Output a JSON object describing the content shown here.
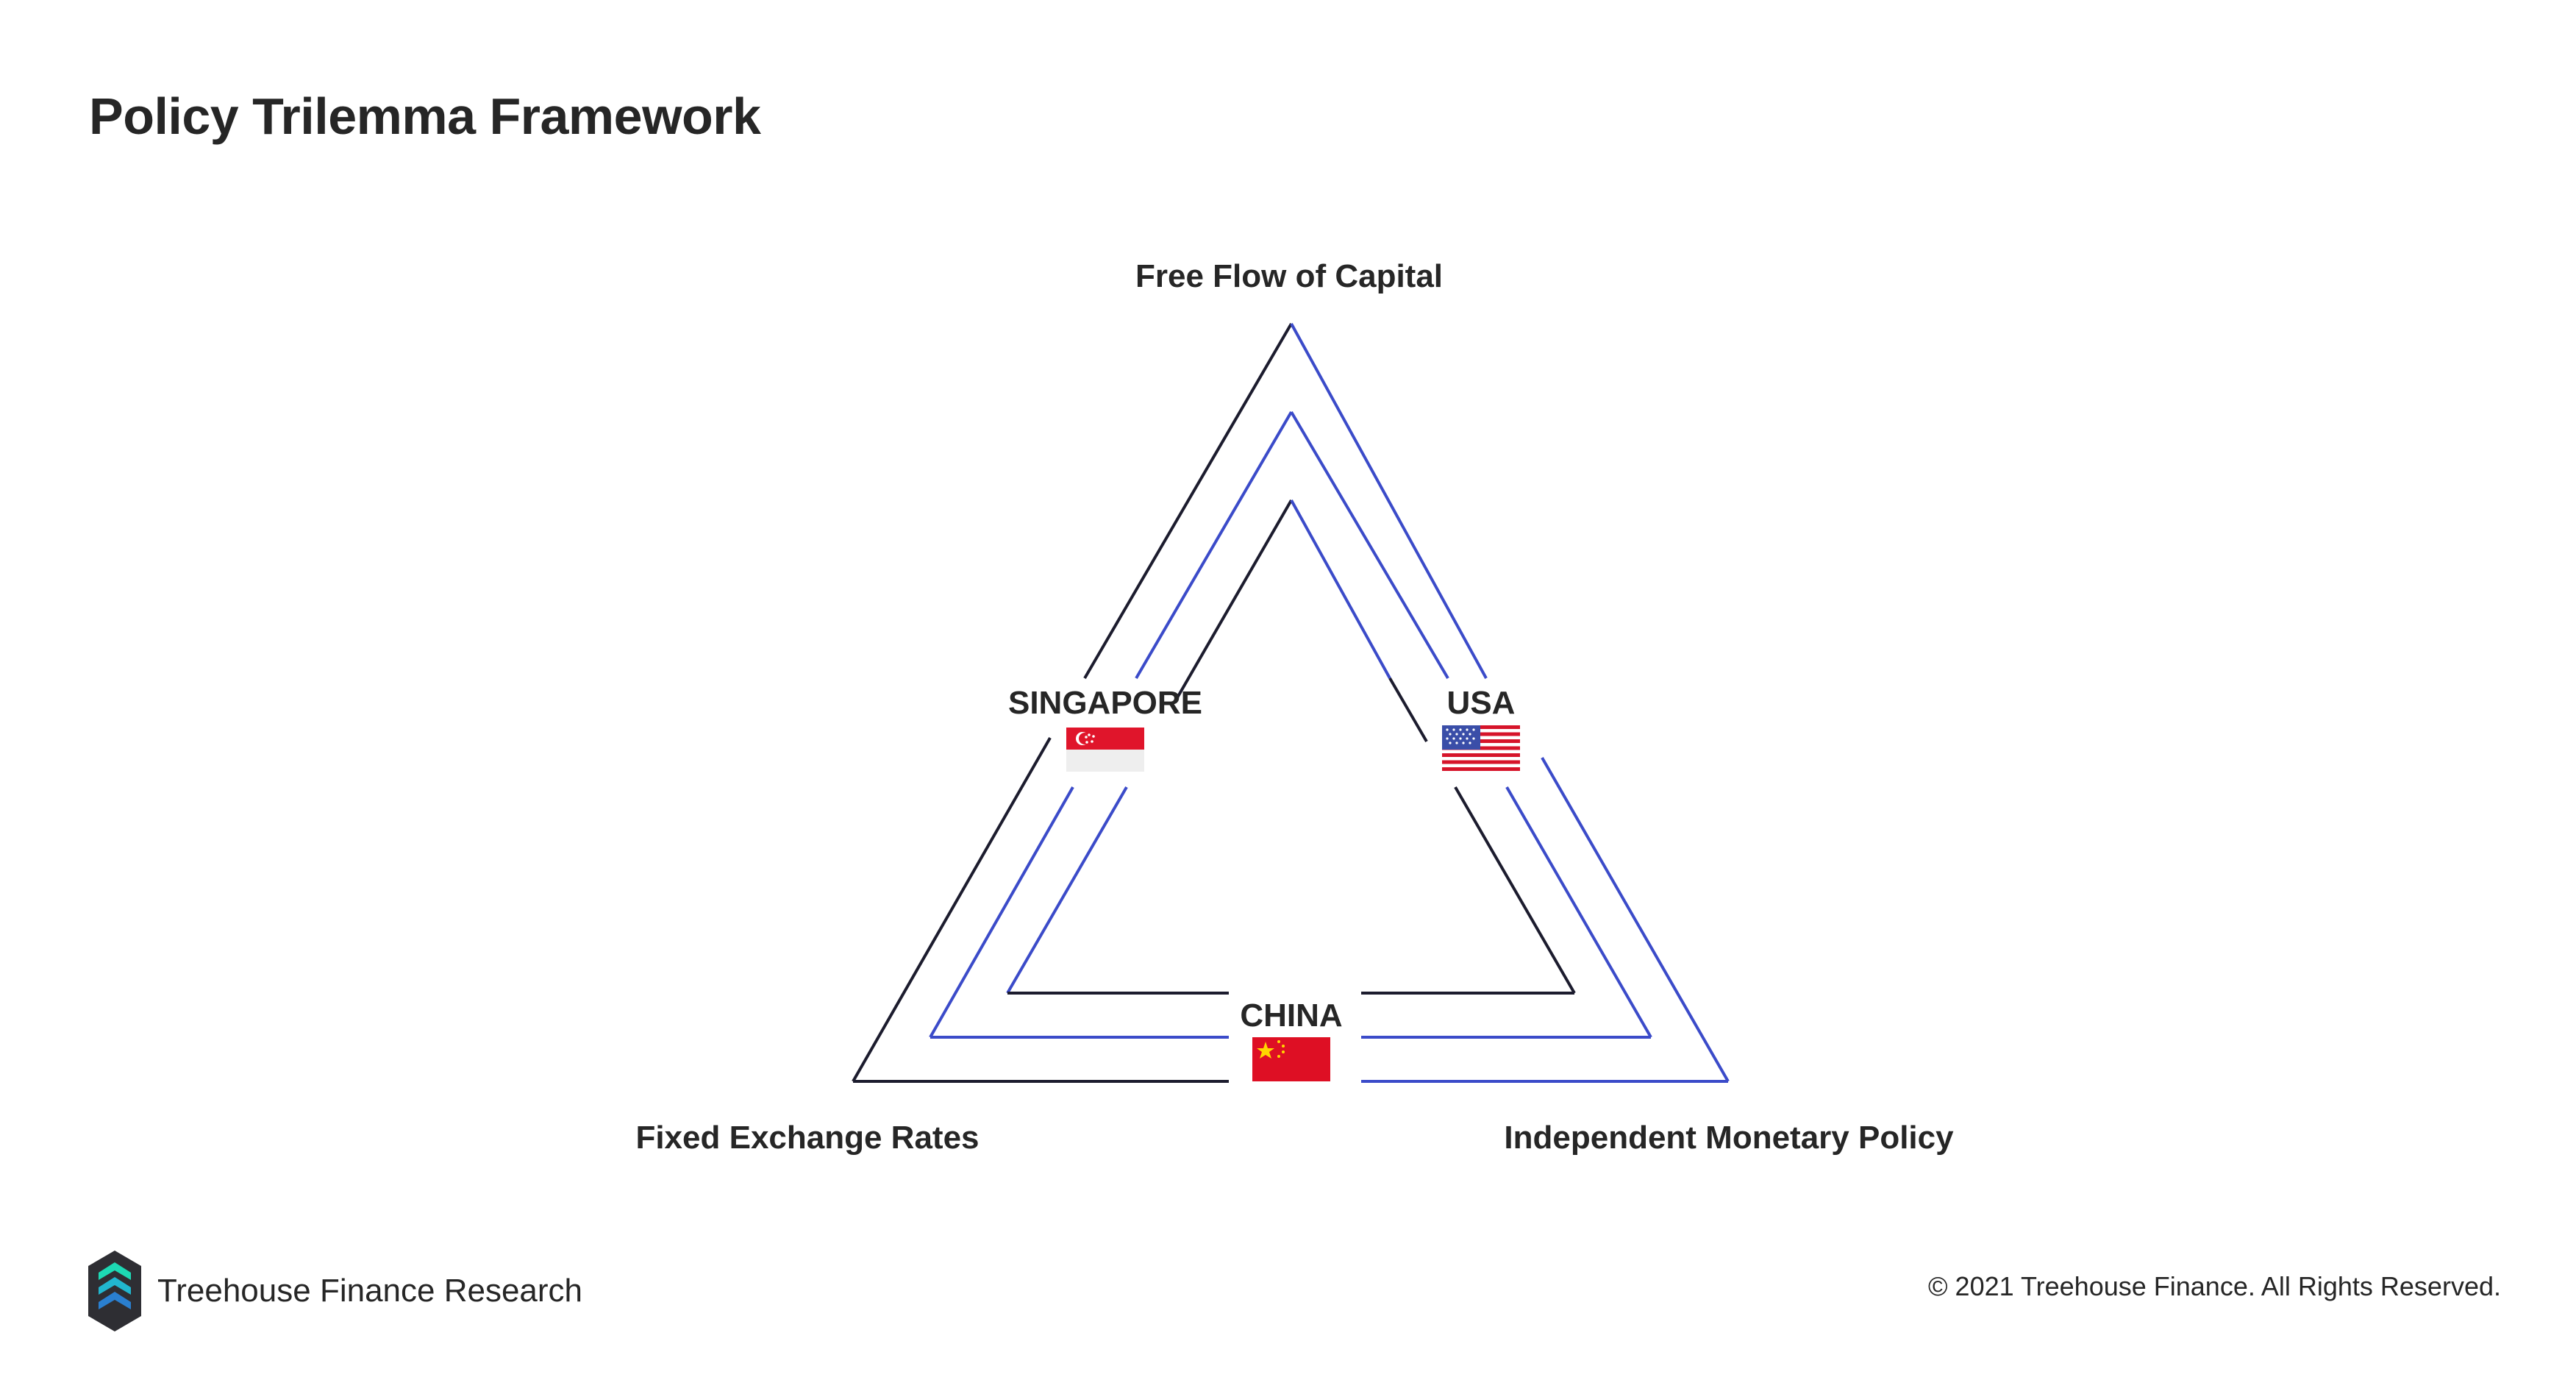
{
  "title": "Policy Trilemma Framework",
  "diagram": {
    "vertices": {
      "top": "Free Flow of Capital",
      "bottom_left": "Fixed Exchange Rates",
      "bottom_right": "Independent Monetary Policy"
    },
    "countries": {
      "left": {
        "name": "SINGAPORE",
        "flag_icon": "singapore-flag-icon"
      },
      "right": {
        "name": "USA",
        "flag_icon": "usa-flag-icon"
      },
      "bottom": {
        "name": "CHINA",
        "flag_icon": "china-flag-icon"
      }
    },
    "colors": {
      "blue": "#3b4bc9",
      "dark": "#1c1c2e"
    }
  },
  "footer": {
    "brand": "Treehouse Finance Research",
    "copyright": "© 2021 Treehouse Finance. All Rights Reserved.",
    "logo_icon": "treehouse-logo-icon"
  }
}
